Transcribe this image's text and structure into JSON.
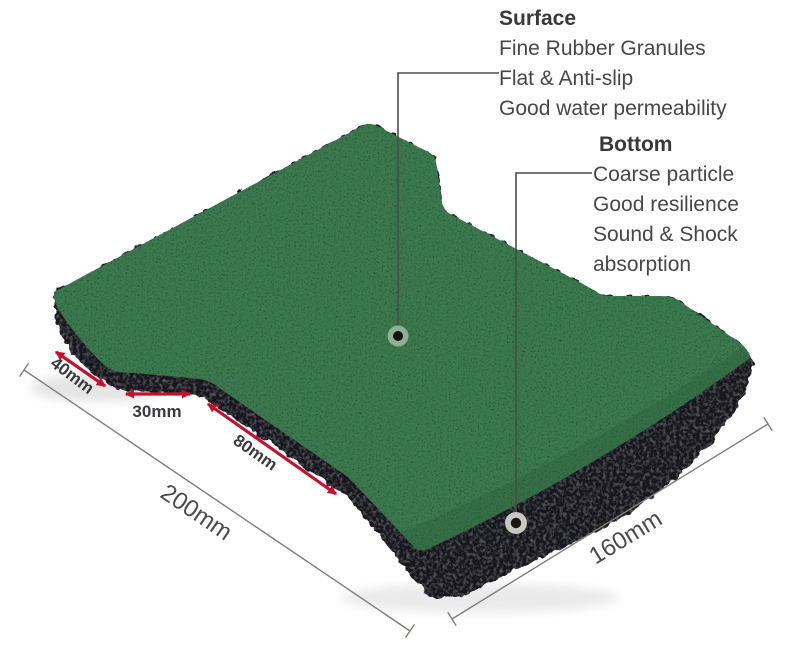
{
  "product": {
    "description": "Dog-bone rubber paver tile, green top layer over black coarse rubber base",
    "top_color_name": "green",
    "base_color_name": "black"
  },
  "annotations": {
    "surface": {
      "title": "Surface",
      "lines": [
        "Fine Rubber Granules",
        "Flat & Anti-slip",
        "Good water permeability"
      ]
    },
    "bottom": {
      "title": "Bottom",
      "lines": [
        "Coarse particle",
        "Good resilience",
        "Sound & Shock",
        "absorption"
      ]
    }
  },
  "measurements": {
    "flange": "40mm",
    "waist": "30mm",
    "slope": "80mm",
    "length": "200mm",
    "width": "160mm"
  },
  "colors": {
    "tile_green": "#3d7a4f",
    "tile_black": "#17171a",
    "arrow_red": "#c31230",
    "dim_line_gray": "#807d7a",
    "leader_gray": "#4f4b48",
    "text_dark": "#39393c",
    "text_body": "#47474a"
  }
}
